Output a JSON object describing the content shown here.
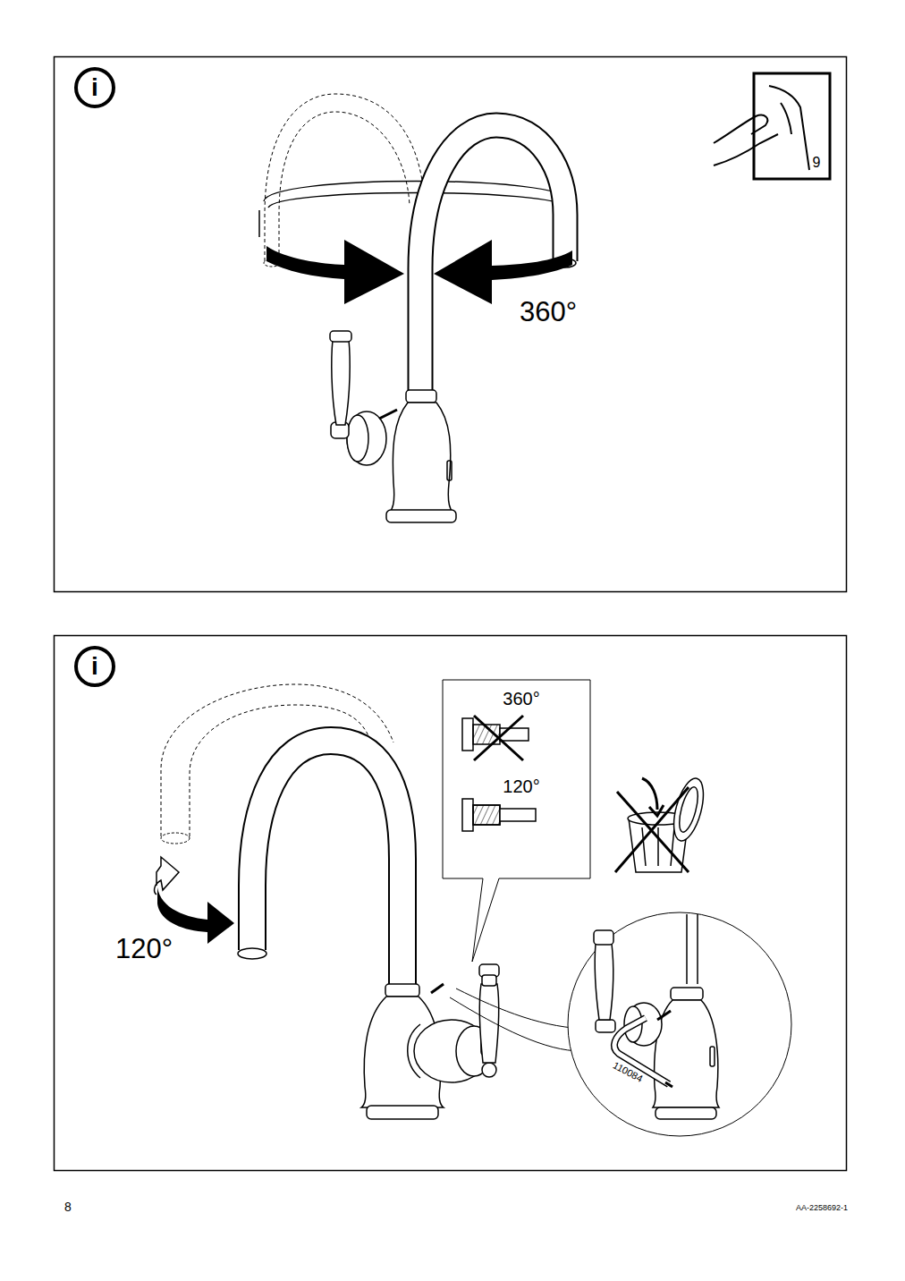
{
  "diagram": {
    "labels": [
      "i",
      "9",
      "360°",
      "i",
      "360°",
      "120°",
      "120°",
      "110084",
      "8",
      "AA-2258692-1"
    ]
  }
}
